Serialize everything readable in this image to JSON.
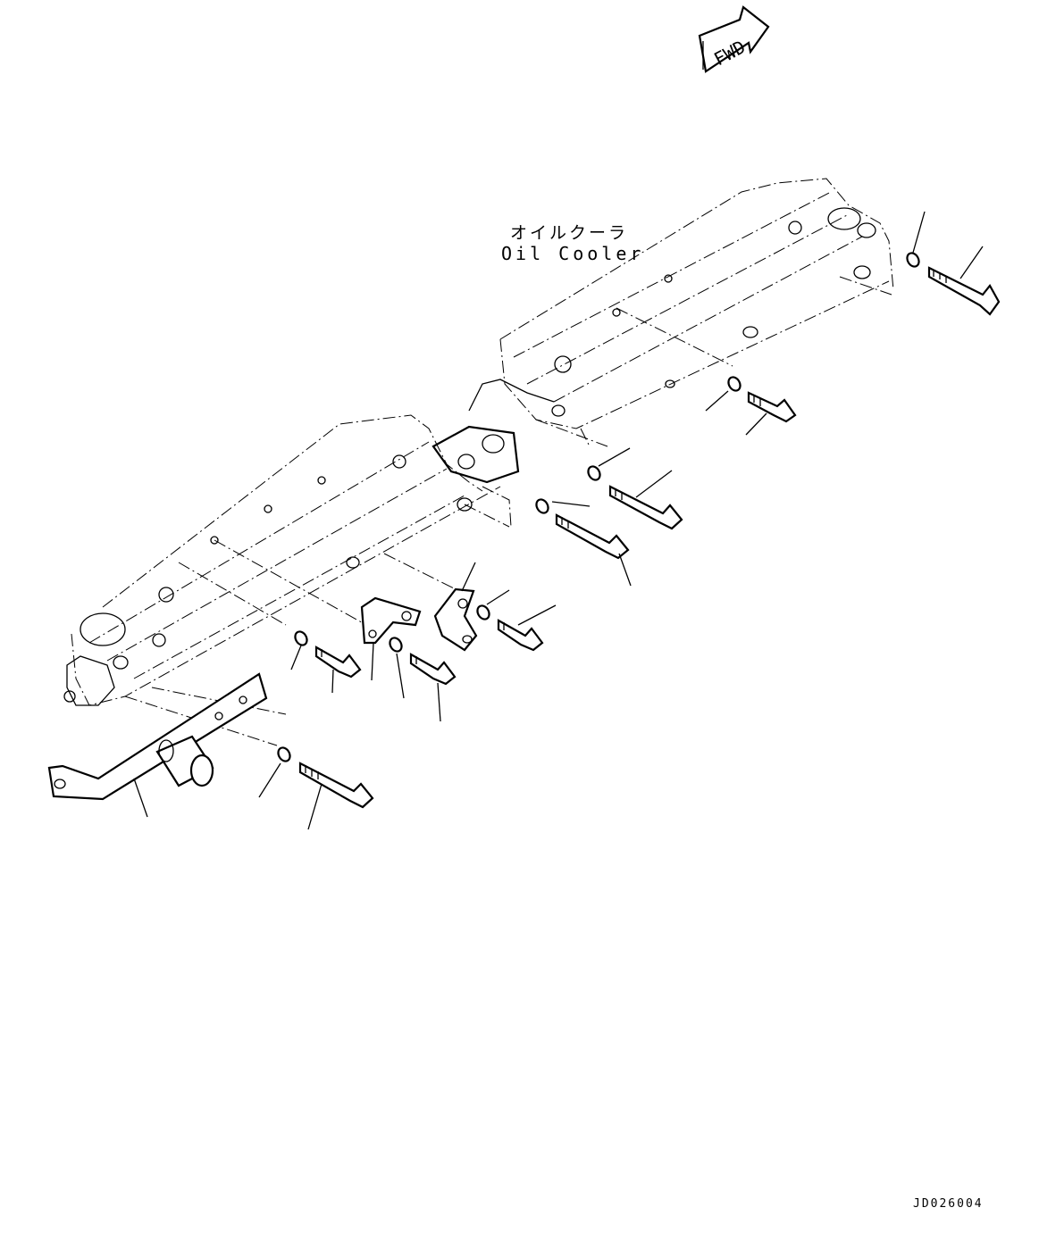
{
  "labels": {
    "part_name_jp": "オイルクーラ",
    "part_name_en": "Oil Cooler",
    "drawing_code": "JD026004",
    "fwd_arrow_text": "FWD"
  },
  "colors": {
    "line": "#000000",
    "background": "#ffffff"
  },
  "icons": {
    "direction": "fwd-arrow-icon"
  }
}
